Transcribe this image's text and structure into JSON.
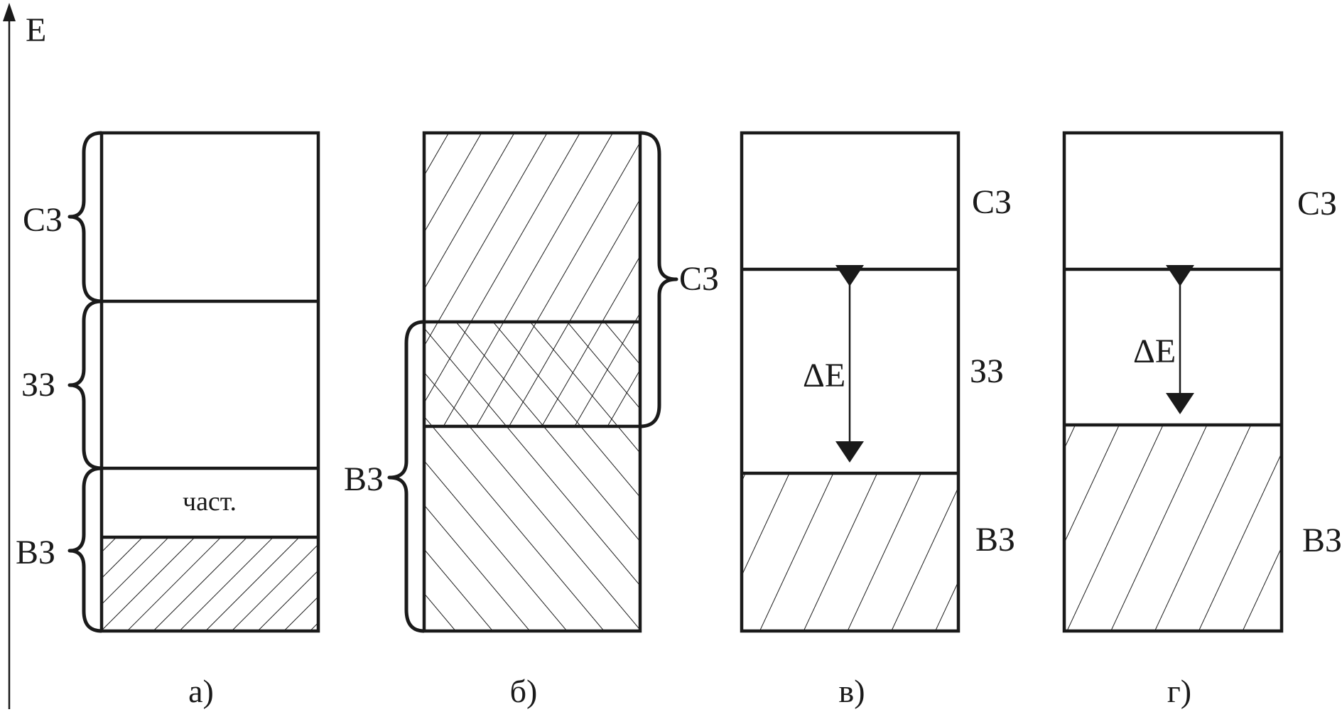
{
  "axis": {
    "label": "E"
  },
  "panels": [
    {
      "caption": "а)",
      "top_label": "СЗ",
      "middle_label": "ЗЗ",
      "bottom_label": "ВЗ",
      "partial_label": "част."
    },
    {
      "caption": "б)",
      "top_label": "СЗ",
      "bottom_label": "ВЗ"
    },
    {
      "caption": "в)",
      "top_label": "СЗ",
      "middle_label": "ЗЗ",
      "bottom_label": "ВЗ",
      "gap_label": "ΔE"
    },
    {
      "caption": "г)",
      "top_label": "СЗ",
      "bottom_label": "ВЗ",
      "gap_label": "ΔE"
    }
  ],
  "colors": {
    "ink": "#1a1a1a",
    "background": "#ffffff"
  }
}
